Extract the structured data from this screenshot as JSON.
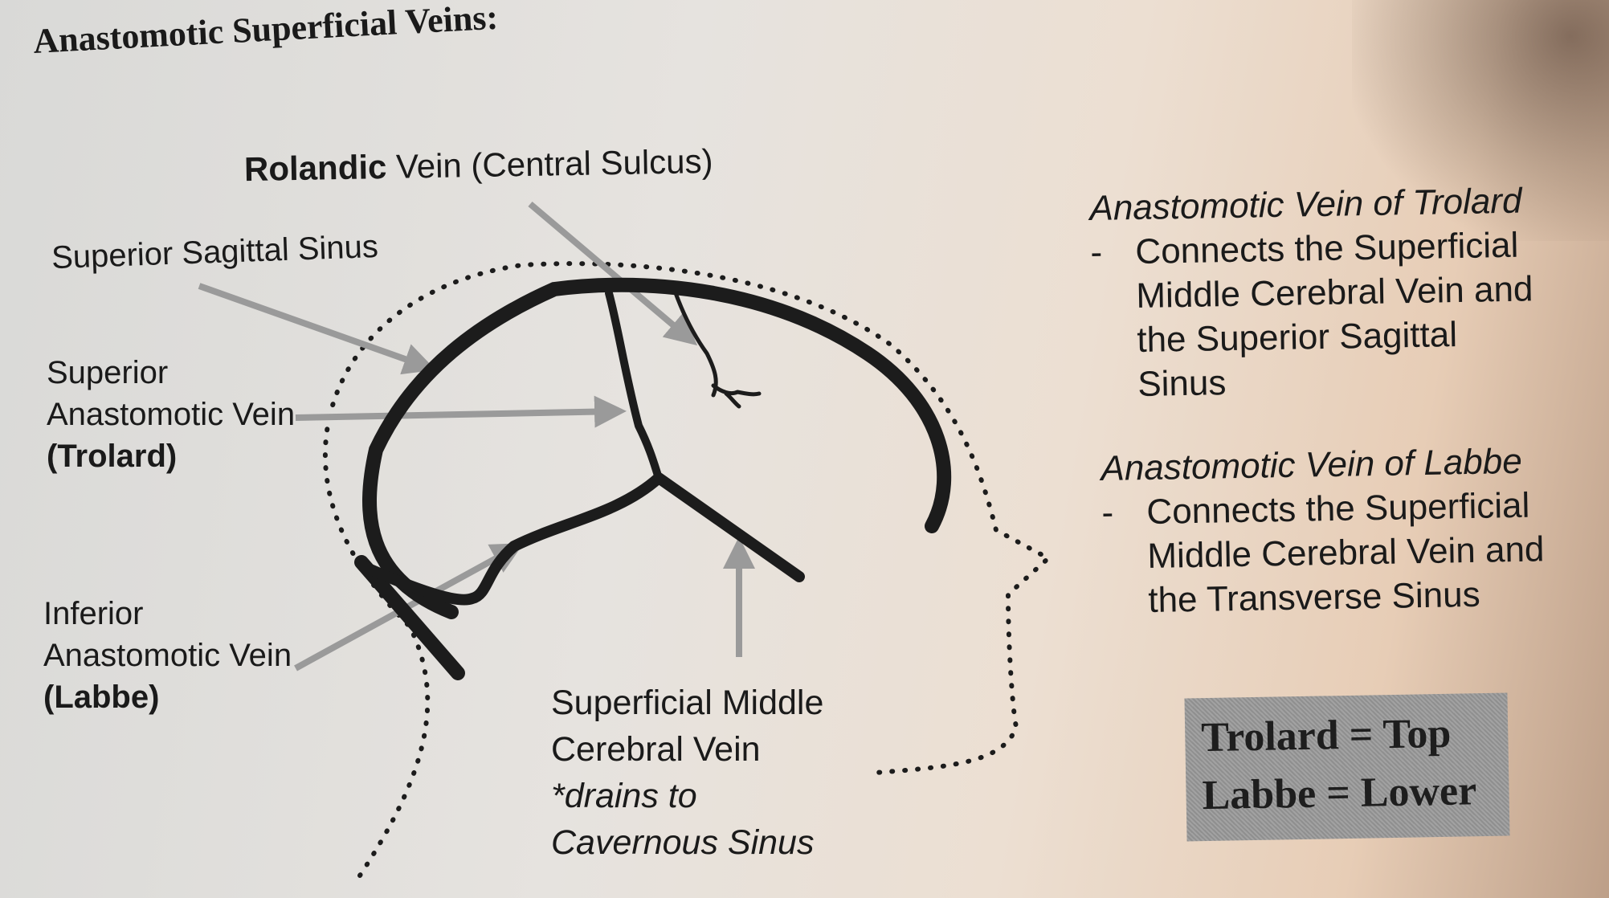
{
  "title": "Anastomotic Superficial Veins:",
  "labels": {
    "rolandic_bold": "Rolandic",
    "rolandic_rest": " Vein (Central Sulcus)",
    "superior_sagittal_sinus": "Superior Sagittal Sinus",
    "superior_anastomotic": [
      "Superior",
      "Anastomotic Vein",
      "(Trolard)"
    ],
    "inferior_anastomotic": [
      "Inferior",
      "Anastomotic Vein",
      "(Labbe)"
    ],
    "smcv": [
      "Superficial Middle",
      "Cerebral Vein",
      "*drains to",
      "Cavernous Sinus"
    ]
  },
  "notes": {
    "trolard": {
      "heading": "Anastomotic Vein of Trolard",
      "dash": "-",
      "lines": [
        "Connects the Superficial",
        "Middle Cerebral Vein and",
        "the Superior Sagittal",
        "Sinus"
      ]
    },
    "labbe": {
      "heading": "Anastomotic Vein of Labbe",
      "dash": "-",
      "lines": [
        "Connects the Superficial",
        "Middle Cerebral Vein and",
        "the Transverse Sinus"
      ]
    }
  },
  "mnemonic": [
    "Trolard = Top",
    "Labbe = Lower"
  ],
  "colors": {
    "vein": "#1c1c1c",
    "arrow": "#9a9a9a",
    "box": "#999999"
  }
}
